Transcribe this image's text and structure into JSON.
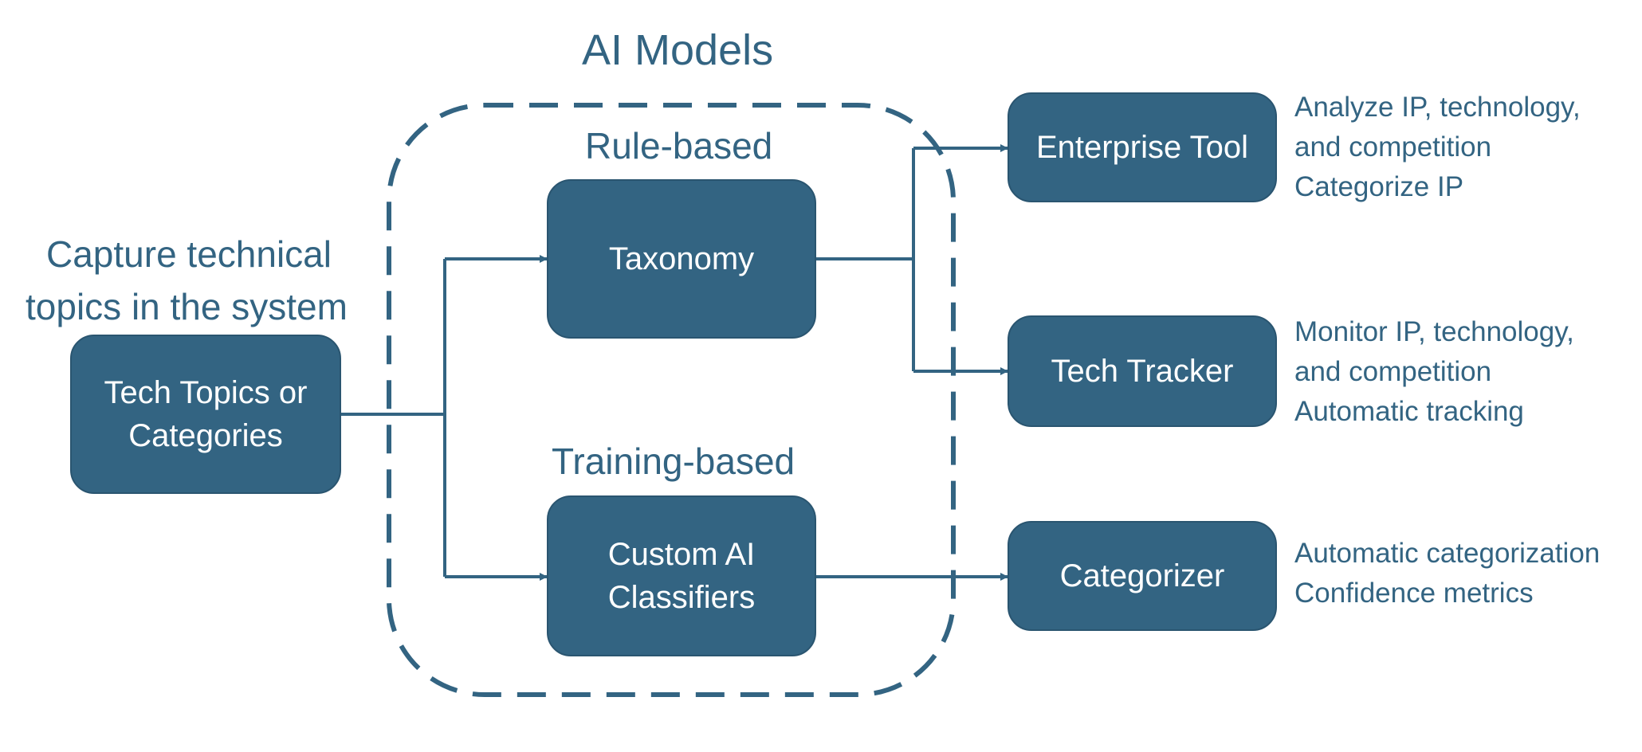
{
  "colors": {
    "primary": "#336482",
    "box_text": "#ffffff",
    "background": "#ffffff"
  },
  "titles": {
    "ai_models": "AI Models",
    "rule_based": "Rule-based",
    "training_based": "Training-based",
    "capture_line1": "Capture technical",
    "capture_line2": "topics in the system"
  },
  "boxes": {
    "tech_topics": {
      "line1": "Tech Topics or",
      "line2": "Categories"
    },
    "taxonomy": {
      "line1": "Taxonomy"
    },
    "custom_ai": {
      "line1": "Custom AI",
      "line2": "Classifiers"
    },
    "enterprise_tool": {
      "line1": "Enterprise Tool"
    },
    "tech_tracker": {
      "line1": "Tech Tracker"
    },
    "categorizer": {
      "line1": "Categorizer"
    }
  },
  "descriptions": {
    "enterprise_tool": [
      "Analyze IP, technology,",
      "and competition",
      "Categorize IP"
    ],
    "tech_tracker": [
      "Monitor IP, technology,",
      "and competition",
      "Automatic tracking"
    ],
    "categorizer": [
      "Automatic categorization",
      "Confidence metrics"
    ]
  }
}
